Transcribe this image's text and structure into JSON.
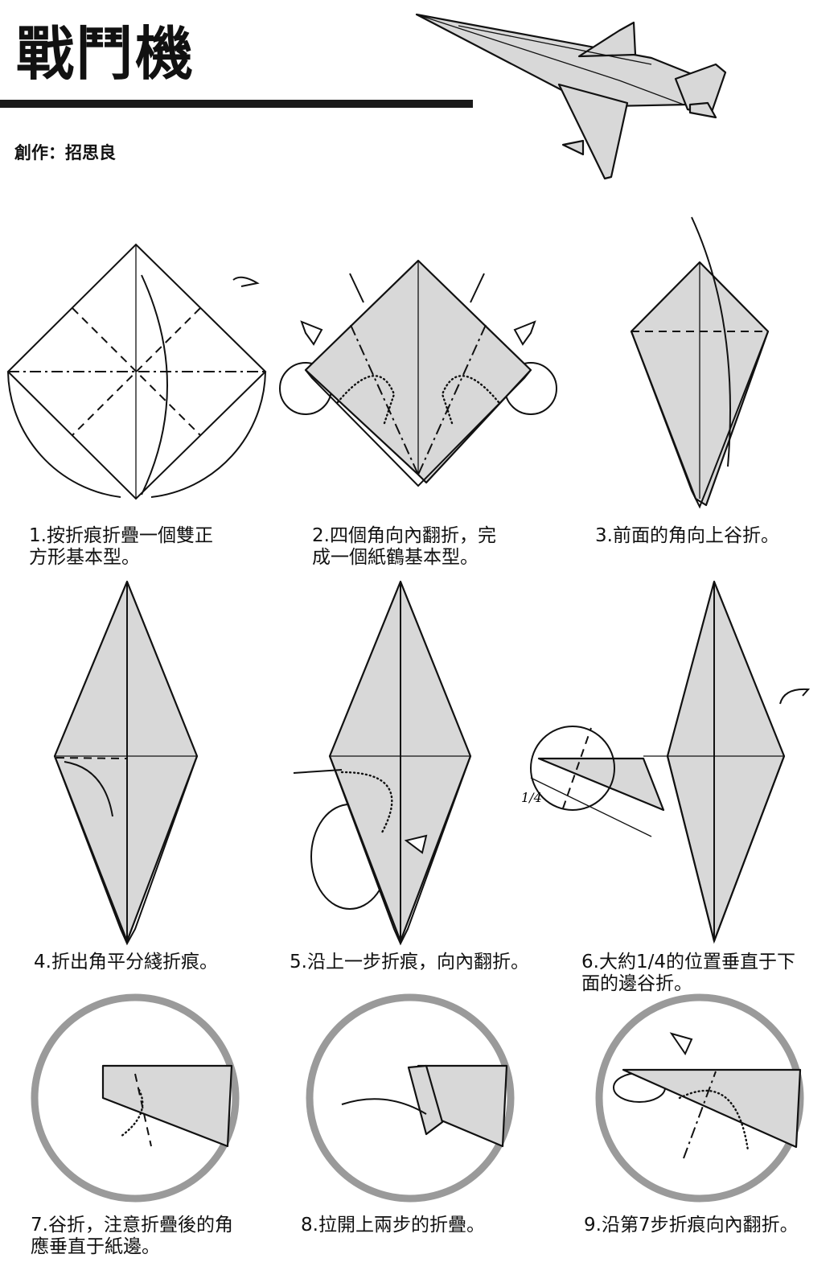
{
  "title": "戰鬥機",
  "author": "創作：招思良",
  "steps": [
    {
      "caption": "1.按折痕折疊一個雙正\n方形基本型。"
    },
    {
      "caption": "2.四個角向內翻折，完\n成一個紙鶴基本型。"
    },
    {
      "caption": "3.前面的角向上谷折。"
    },
    {
      "caption": "4.折出角平分綫折痕。"
    },
    {
      "caption": "5.沿上一步折痕，向內翻折。"
    },
    {
      "caption": "6.大約1/4的位置垂直于下\n面的邊谷折。"
    },
    {
      "caption": "7.谷折，注意折疊後的角\n應垂直于紙邊。"
    },
    {
      "caption": "8.拉開上兩步的折疊。"
    },
    {
      "caption": "9.沿第7步折痕向內翻折。"
    }
  ],
  "step6_fraction_label": "1/4",
  "icons": {
    "turn_over": "turn-over-arrow-icon",
    "push": "push-arrow-icon",
    "fold": "fold-arrow-icon"
  },
  "colors": {
    "paper": "#d8d8d8",
    "ink": "#111111",
    "frame": "#9a9a9a"
  }
}
